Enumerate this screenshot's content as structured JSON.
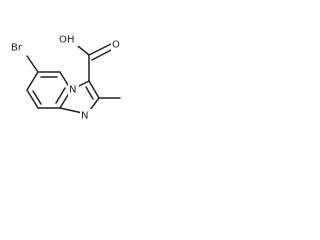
{
  "molecule": {
    "atoms": {
      "bromine": "Br",
      "bridge_nitrogen": "N",
      "ring_nitrogen": "N",
      "hydroxyl_oxygen": "O",
      "hydroxyl_hydrogen": "H",
      "carbonyl_oxygen": "O"
    },
    "colors": {
      "bond": "#222222",
      "label": "#222222",
      "background": "#ffffff"
    }
  }
}
